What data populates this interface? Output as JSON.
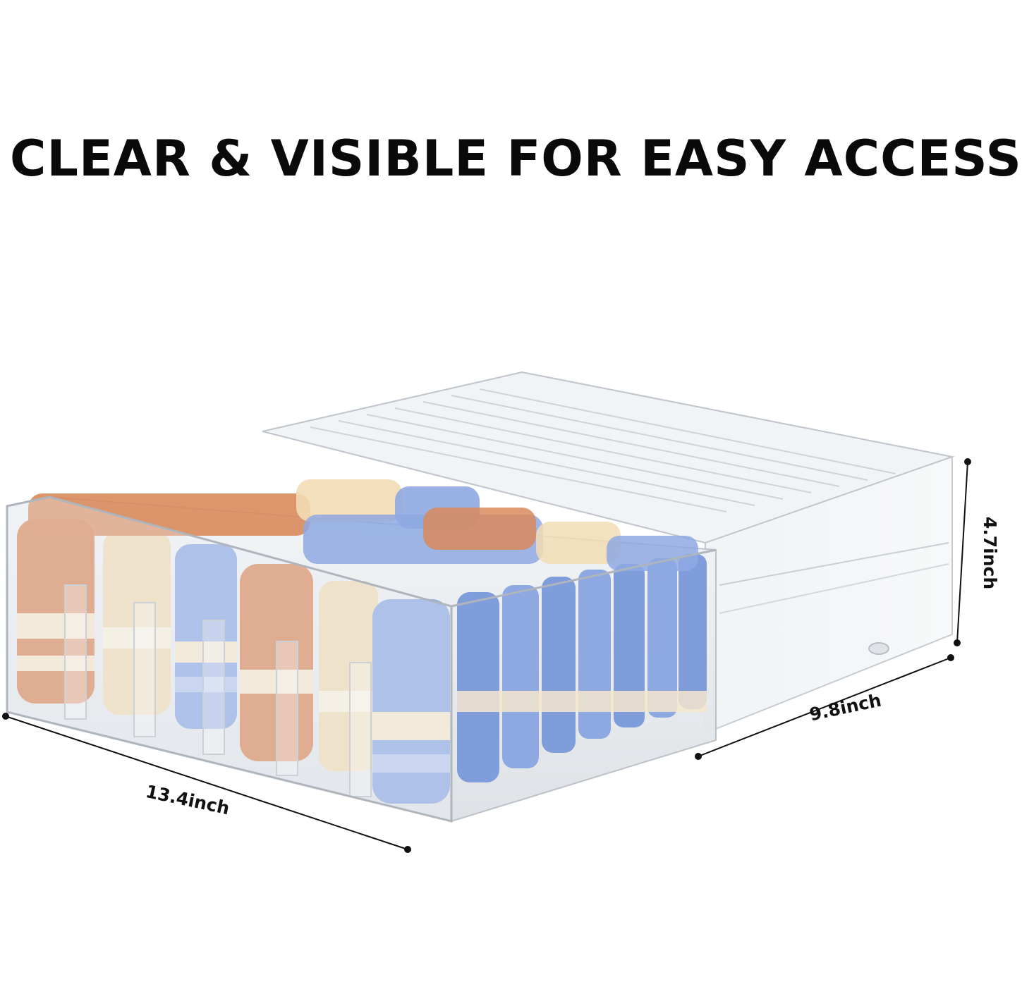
{
  "headline": "CLEAR & VISIBLE FOR EASY ACCESS",
  "dimensions": {
    "width": "13.4inch",
    "depth": "9.8inch",
    "height": "4.7inch"
  },
  "colors": {
    "orange": "#d98a5c",
    "cream": "#f2dcb4",
    "blue": "#8ea9e2",
    "plastic": "#e9ecef",
    "plastic_edge": "#c4c9cf",
    "text": "#0a0a0a"
  },
  "icons": [
    "clear-storage-drawer",
    "folded-socks",
    "dimension-line"
  ]
}
